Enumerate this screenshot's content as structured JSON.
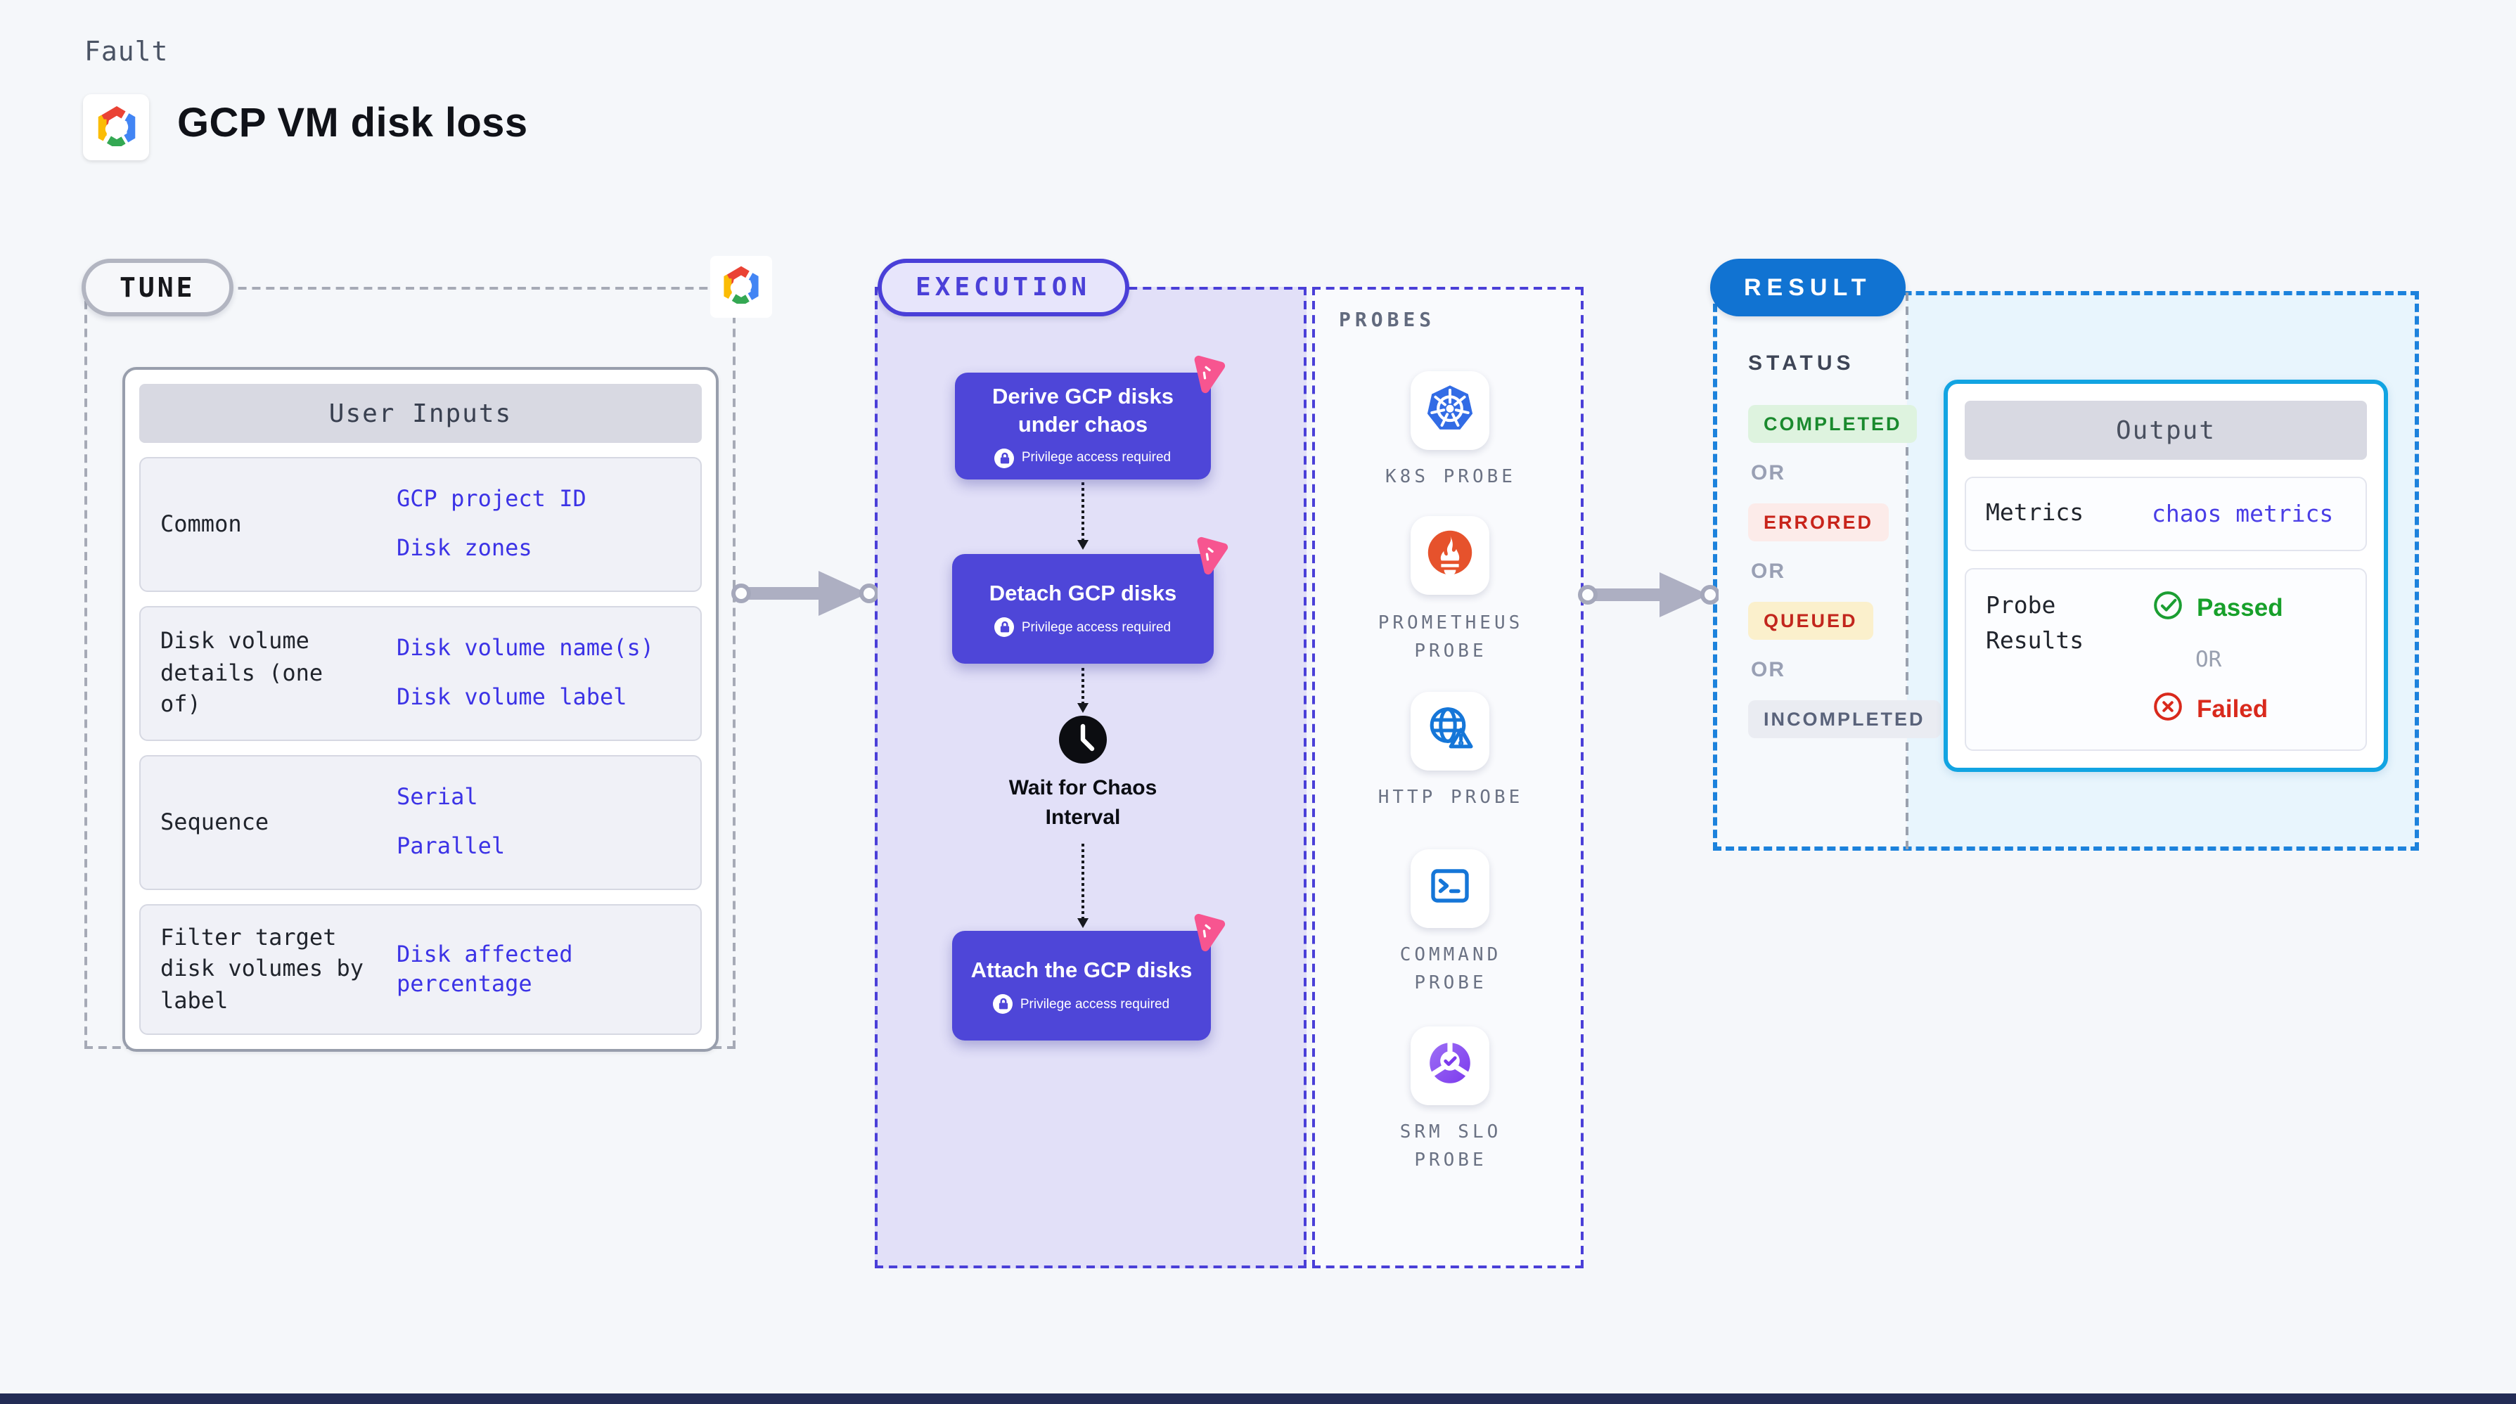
{
  "page": {
    "kicker": "Fault",
    "title": "GCP VM disk loss"
  },
  "tune": {
    "badge": "TUNE",
    "table": {
      "header": "User Inputs",
      "rows": [
        {
          "label": "Common",
          "values": [
            "GCP project ID",
            "Disk zones"
          ]
        },
        {
          "label": "Disk volume details (one of)",
          "values": [
            "Disk volume name(s)",
            "Disk volume label"
          ]
        },
        {
          "label": "Sequence",
          "values": [
            "Serial",
            "Parallel"
          ]
        },
        {
          "label": "Filter target disk volumes by label",
          "values": [
            "Disk affected percentage"
          ]
        }
      ]
    }
  },
  "execution": {
    "badge": "EXECUTION",
    "privilege_label": "Privilege access required",
    "nodes": [
      {
        "label": "Derive GCP disks under chaos"
      },
      {
        "label": "Detach GCP disks"
      },
      {
        "label": "Wait for Chaos Interval"
      },
      {
        "label": "Attach the GCP disks"
      }
    ]
  },
  "probes": {
    "label": "PROBES",
    "items": [
      {
        "name": "K8S PROBE",
        "icon": "kubernetes-wheel-icon"
      },
      {
        "name": "PROMETHEUS PROBE",
        "icon": "prometheus-flame-icon"
      },
      {
        "name": "HTTP PROBE",
        "icon": "http-globe-warning-icon"
      },
      {
        "name": "COMMAND PROBE",
        "icon": "terminal-prompt-icon"
      },
      {
        "name": "SRM SLO PROBE",
        "icon": "srm-slo-donut-icon"
      }
    ]
  },
  "result": {
    "badge": "RESULT",
    "status": {
      "label": "STATUS",
      "separator": "OR",
      "items": [
        "COMPLETED",
        "ERRORED",
        "QUEUED",
        "INCOMPLETED"
      ]
    },
    "output": {
      "header": "Output",
      "metrics_label": "Metrics",
      "metrics_value": "chaos metrics",
      "probe_results_label": "Probe Results",
      "separator": "OR",
      "passed": "Passed",
      "failed": "Failed"
    }
  },
  "icons": [
    "gcp-cloud-icon",
    "lock-icon",
    "litmus-chaos-icon",
    "clock-icon",
    "kubernetes-wheel-icon",
    "prometheus-flame-icon",
    "http-globe-warning-icon",
    "terminal-prompt-icon",
    "srm-slo-donut-icon",
    "check-circle-icon",
    "x-circle-icon",
    "flow-arrow-icon"
  ],
  "colors": {
    "page_bg": "#f5f7fa",
    "indigo_node": "#4e46d8",
    "execution_bg": "#e2e0f8",
    "litmus_pink": "#f75590",
    "result_blue": "#1173d2",
    "output_border": "#12a4e2",
    "link_blue": "#3c33e6",
    "passed_green": "#17a02a",
    "failed_red": "#d9291c",
    "completed_green": "#1a8a2e",
    "errored_red": "#c8241b",
    "queued_bg": "#fbf0cc",
    "kubernetes_blue": "#326ce5",
    "prometheus_orange": "#e6522c"
  }
}
